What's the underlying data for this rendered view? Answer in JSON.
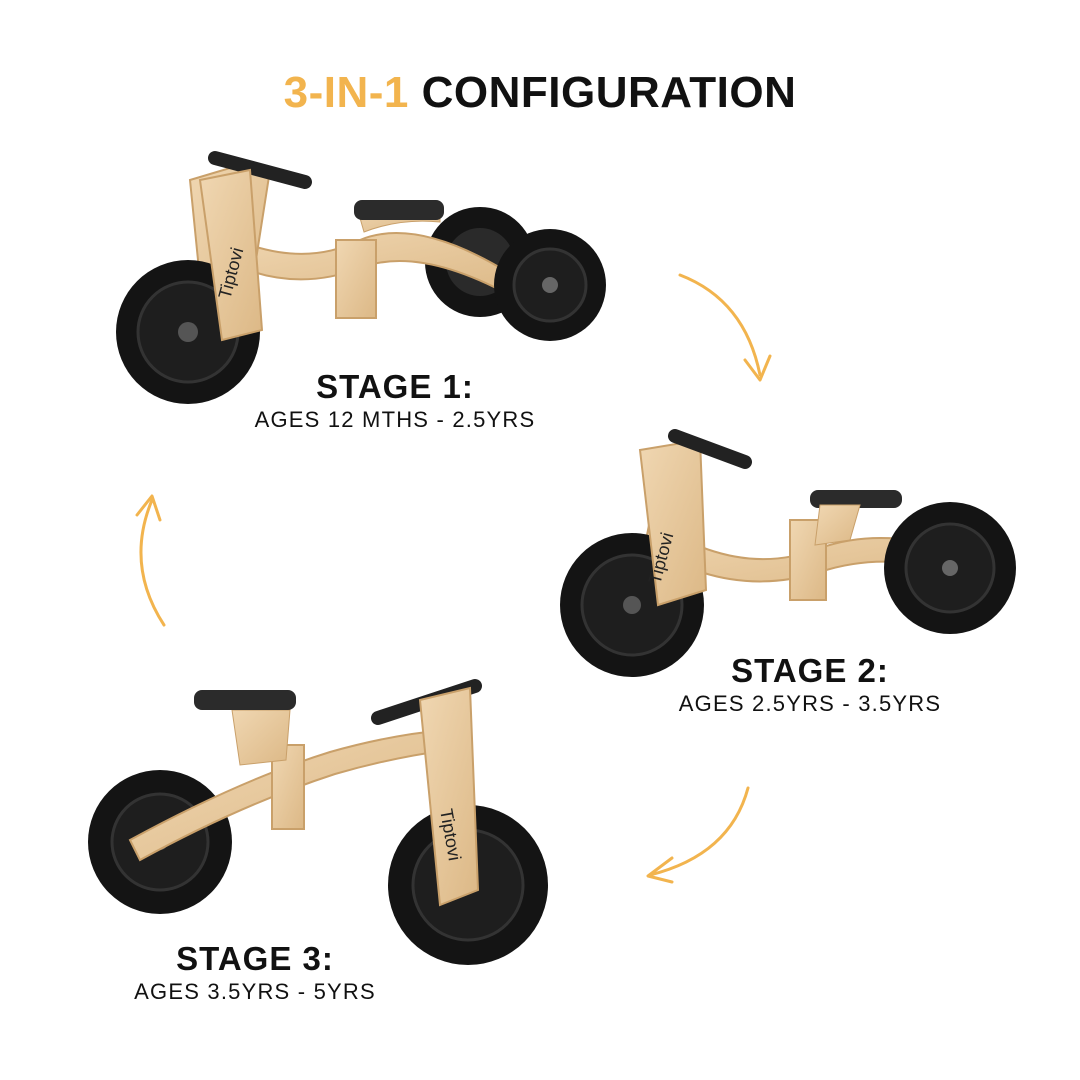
{
  "header": {
    "title_accent": "3-IN-1",
    "title_main": "CONFIGURATION"
  },
  "brand": {
    "logo_text": "Tiptovi"
  },
  "colors": {
    "accent": "#f2b44e",
    "wood": "#e8cba0",
    "tyre": "#141414"
  },
  "stages": [
    {
      "name": "STAGE 1:",
      "ages": "AGES 12 MTHS - 2.5YRS"
    },
    {
      "name": "STAGE 2:",
      "ages": "AGES 2.5YRS - 3.5YRS"
    },
    {
      "name": "STAGE 3:",
      "ages": "AGES 3.5YRS - 5YRS"
    }
  ],
  "icons": [
    "curved-arrow-down-right-icon",
    "curved-arrow-down-left-icon",
    "curved-arrow-up-icon"
  ]
}
